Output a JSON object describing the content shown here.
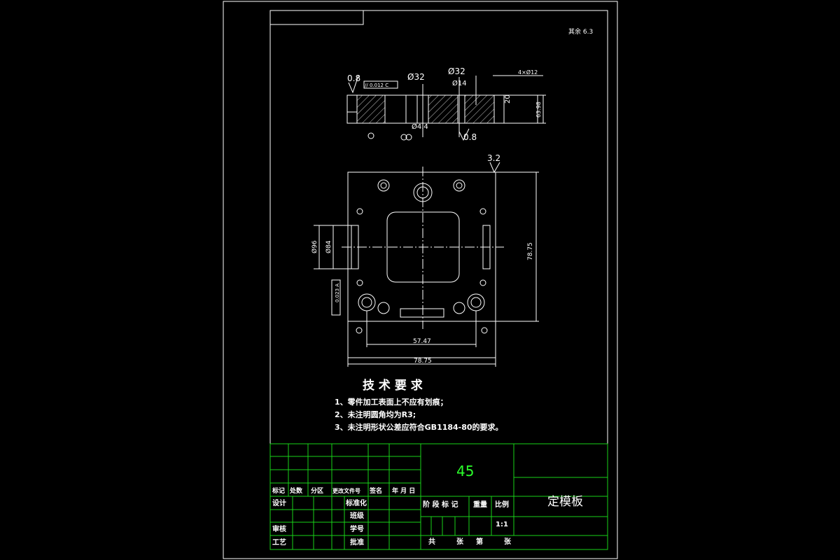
{
  "colors": {
    "background": "#000000",
    "lines": "#ffffff",
    "title_block": "#19d219",
    "material": "#2bff2b"
  },
  "corner_mark": "其余 6.3",
  "top_view": {
    "roughness_left": "0.8",
    "tolerance_frame": "// 0.012 C",
    "dia_32_a": "Ø32",
    "dia_32_b": "Ø32",
    "dia_14": "Ø14",
    "holes": "4×Ø12",
    "dim_20": "20",
    "dim_height": "63.98",
    "dia_4_4": "Ø4.4",
    "roughness_bottom": "0.8"
  },
  "plan_view": {
    "roughness": "3.2",
    "dia_96": "Ø96",
    "dia_84": "Ø84",
    "tolerance_frame": "0.023 A",
    "dim_right": "78.75",
    "dim_inner": "57.47",
    "dim_bottom": "78.75"
  },
  "tech_req": {
    "title": "技 术 要 求",
    "items": [
      "1、零件加工表面上不应有划痕；",
      "2、未注明圆角均为R3;",
      "3、未注明形状公差应符合GB1184-80的要求。"
    ]
  },
  "title_block": {
    "material": "45",
    "part_name": "定模板",
    "row_headers": [
      "标记",
      "处数",
      "分区",
      "更改文件号",
      "签名",
      "年 月 日"
    ],
    "design": "设计",
    "standardize": "标准化",
    "class": "班级",
    "review": "审核",
    "student_no": "学号",
    "process": "工艺",
    "approve": "批准",
    "stage_mark": "阶 段 标 记",
    "weight": "重量",
    "scale_label": "比例",
    "scale": "1:1",
    "sheet_total": "共",
    "sheet_unit": "张",
    "sheet_no": "第",
    "sheet_unit2": "张"
  }
}
